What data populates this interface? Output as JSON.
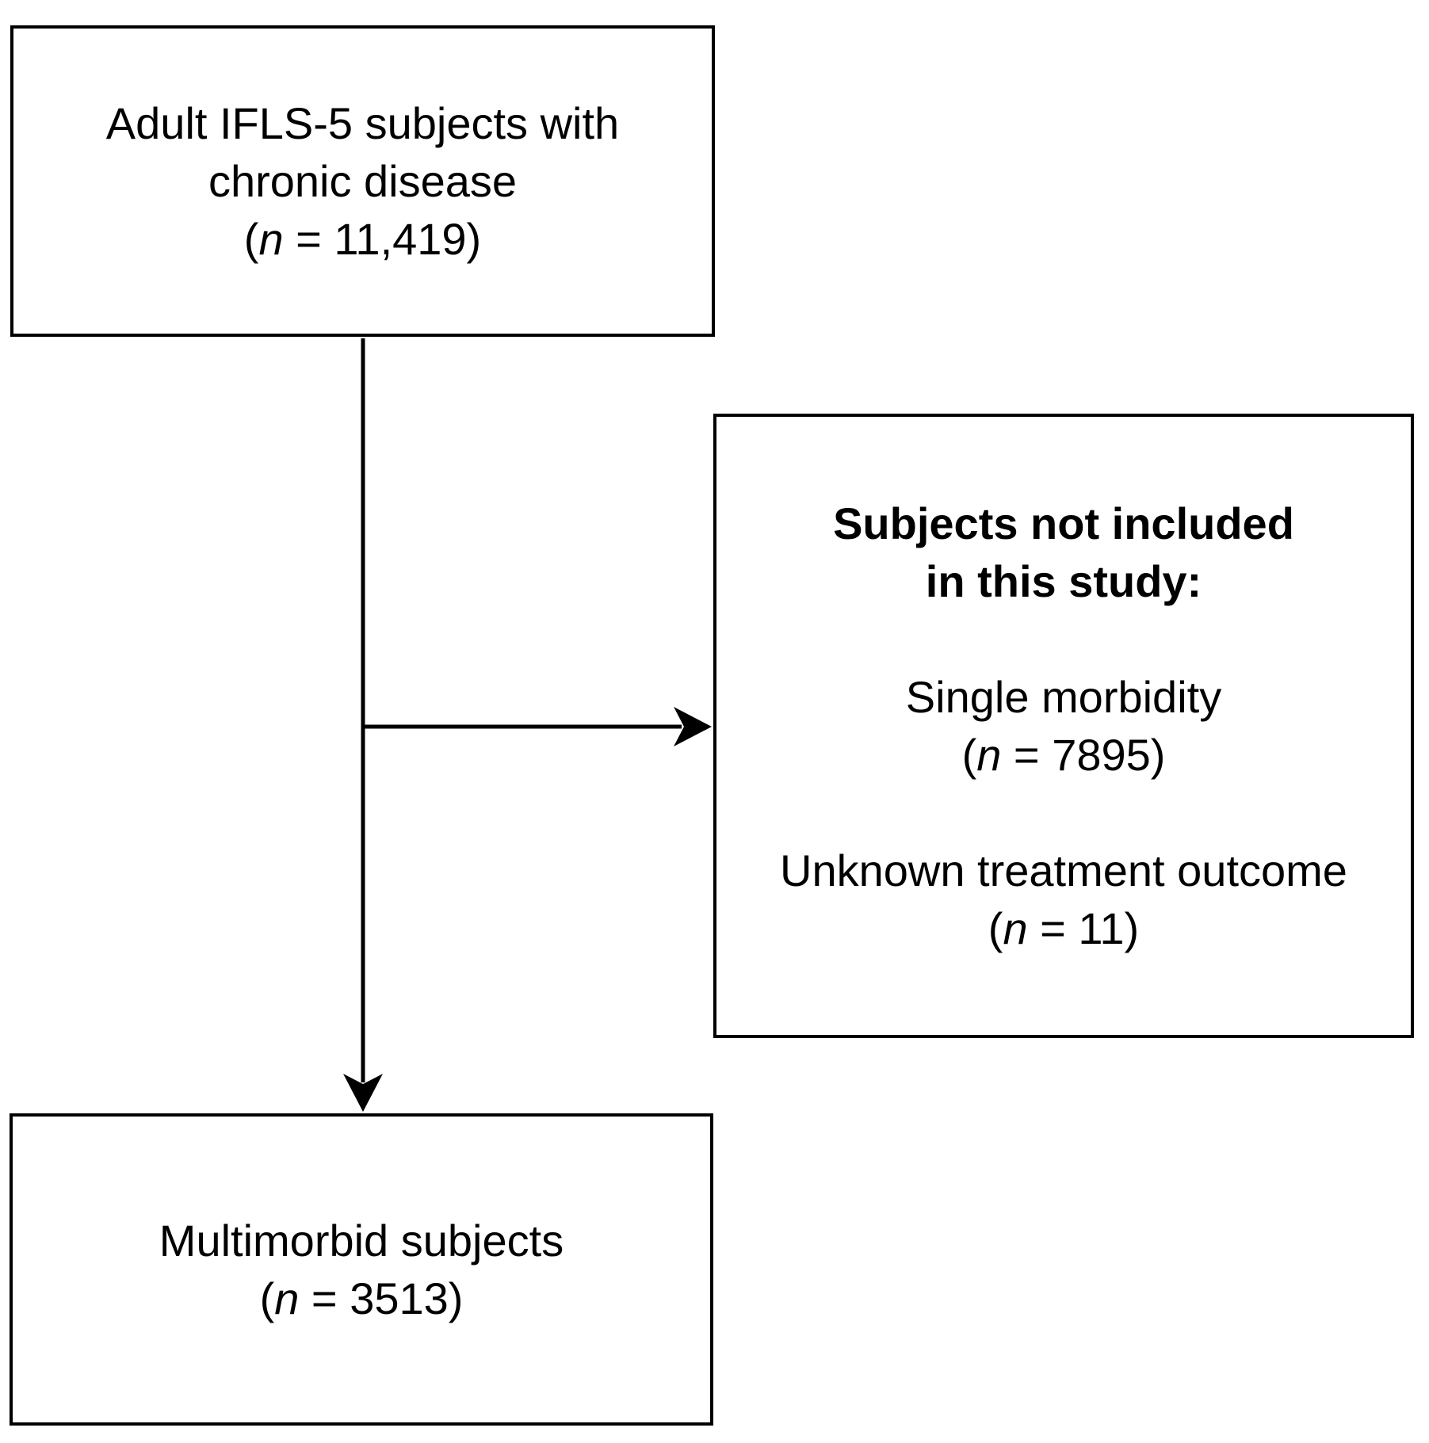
{
  "page": {
    "background": "#ffffff"
  },
  "diagram": {
    "colors": {
      "box_border": "#000000",
      "box_fill": "#ffffff",
      "text": "#000000",
      "arrow": "#000000"
    },
    "boxes": {
      "population": {
        "line1": "Adult IFLS-5 subjects with",
        "line2": "chronic disease",
        "count_open": "(",
        "count_var": "n",
        "count_rest": " = 11,419)"
      },
      "excluded": {
        "title_line1": "Subjects not included",
        "title_line2": "in this study:",
        "items": [
          {
            "label": "Single morbidity",
            "count_open": "(",
            "count_var": "n",
            "count_rest": " = 7895)"
          },
          {
            "label": "Unknown treatment outcome",
            "count_open": "(",
            "count_var": "n",
            "count_rest": " = 11)"
          }
        ]
      },
      "included": {
        "line1": "Multimorbid subjects",
        "count_open": "(",
        "count_var": "n",
        "count_rest": " = 3513)"
      }
    }
  }
}
